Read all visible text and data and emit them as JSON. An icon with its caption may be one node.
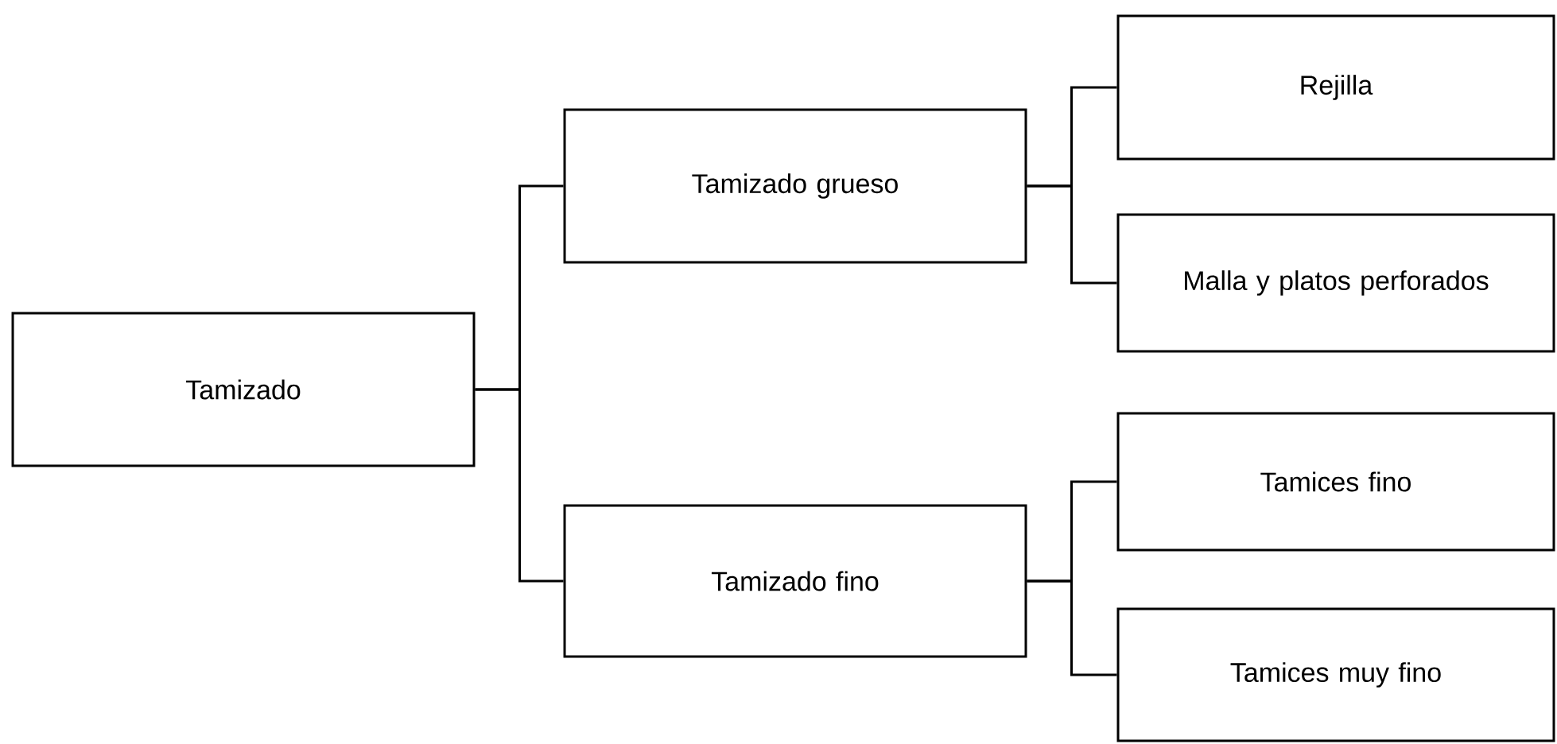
{
  "diagram": {
    "nodes": [
      {
        "text": [
          "Tamizado"
        ]
      },
      {
        "text": [
          "Tamizado grueso"
        ]
      },
      {
        "text": [
          "Tamizado fino"
        ]
      },
      {
        "text": [
          "Rejilla"
        ]
      },
      {
        "text": [
          "Malla y platos perforados"
        ]
      },
      {
        "text": [
          "Tamices fino"
        ]
      },
      {
        "text": [
          "Tamices muy fino"
        ]
      }
    ],
    "edges": [
      {
        "from": 0,
        "to": 1,
        "arrow": "none"
      },
      {
        "from": 0,
        "to": 2,
        "arrow": "none"
      },
      {
        "from": 1,
        "to": 3,
        "arrow": "none"
      },
      {
        "from": 1,
        "to": 4,
        "arrow": "none"
      },
      {
        "from": 2,
        "to": 5,
        "arrow": "none"
      },
      {
        "from": 2,
        "to": 6,
        "arrow": "none"
      }
    ]
  }
}
